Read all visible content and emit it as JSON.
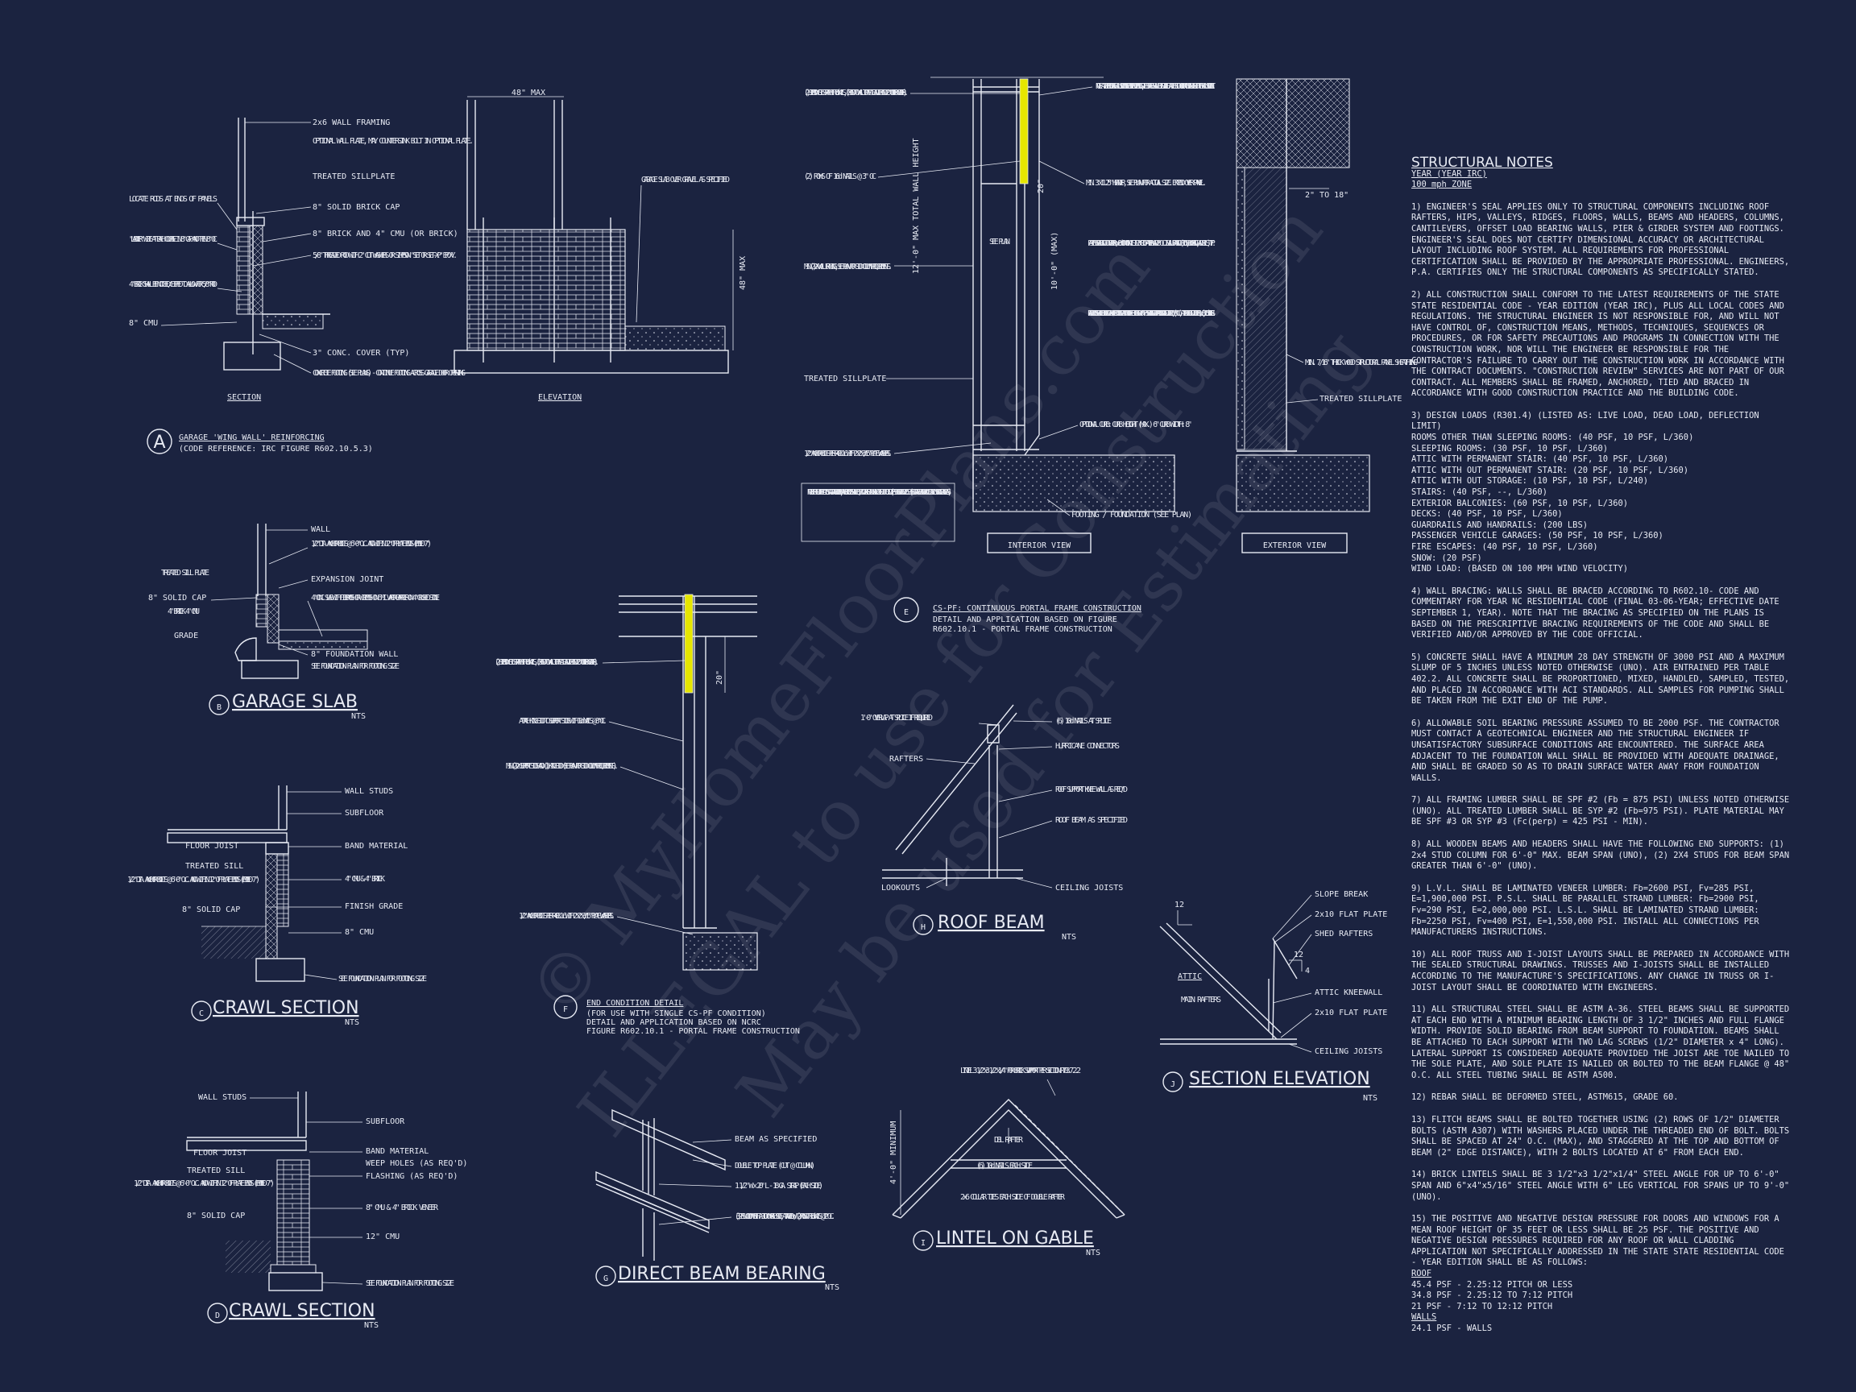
{
  "details": {
    "A": {
      "letter": "A",
      "title": "GARAGE 'WING WALL' REINFORCING",
      "subtitle": "(CODE REFERENCE: IRC FIGURE R602.10.5.3)",
      "section_label": "SECTION",
      "elevation_label": "ELEVATION",
      "dim_top": "48\" MAX",
      "dim_side": "48\" MAX",
      "labels": [
        "2x6 WALL FRAMING",
        "OPTIONAL WALL PLATE, MAY COUNTERSINK BOLT IN OPTIONAL PLATE.",
        "TREATED SILLPLATE",
        "8\" SOLID BRICK CAP",
        "8\" BRICK AND 4\" CMU (OR BRICK)",
        "5/8\" THREADED ROD WITH 2\" CUT WASHERS OR SIMPSON \"SET OR SET-XP\" EPOXY.",
        "3\" CONC. COVER (TYP)",
        "CONCRETE FOOTING (SEE PLANS) - CONTINUE FOOTING ACROSS GARAGE DOOR OPENING",
        "LOCATE RODS AT ENDS OF PANELS",
        "\"LADDER\" WIRE AT EACH COURSE IN 8\" CAP AND THEN 8\" OC",
        "4\" BRICK SHALL BE NOTCHED/CHIPPED TO ALLOW FOR 5/8\" ROD",
        "8\" CMU",
        "GARAGE SLAB OVER GRAVEL AS SPECIFIED"
      ]
    },
    "B": {
      "letter": "B",
      "title": "GARAGE SLAB",
      "nts": "NTS",
      "labels": [
        "WALL",
        "1/2\" DIA. ANCHOR BOLTS @ 6'-0\" O.C. AND WITHIN 12\" OF PLATE ENDS (EMBED 7\")",
        "EXPANSION JOINT",
        "4\" CONC. SLAB WITH FIBERMESH OR WIREMESH ON 6 MIL VAPOR BARRIER ON 4\" CRUSHED STONE",
        "8\" FOUNDATION WALL",
        "SEE FOUNDATION PLAN FOR FOOTING SIZE",
        "TREATED SILL PLATE",
        "8\" SOLID CAP",
        "4\" BRICK 4\" CMU",
        "GRADE"
      ]
    },
    "C": {
      "letter": "C",
      "title": "CRAWL SECTION",
      "nts": "NTS",
      "labels": [
        "WALL STUDS",
        "SUBFLOOR",
        "FLOOR JOIST",
        "BAND MATERIAL",
        "TREATED SILL",
        "1/2\" DIA. ANCHOR BOLTS @ 6'-0\" O.C. AND WITHIN 12\" OF PLATE ENDS (EMBED 7\")",
        "4\" CMU & 4\" BRICK",
        "8\" SOLID CAP",
        "FINISH GRADE",
        "8\" CMU",
        "SEE FOUNDATION PLAN FOR FOOTING SIZE"
      ]
    },
    "D": {
      "letter": "D",
      "title": "CRAWL SECTION",
      "nts": "NTS",
      "labels": [
        "WALL STUDS",
        "SUBFLOOR",
        "FLOOR JOIST",
        "BAND MATERIAL",
        "TREATED SILL",
        "WEEP HOLES (AS REQ'D)",
        "FLASHING (AS REQ'D)",
        "1/2\" DIA. ANCHOR BOLTS @ 6'-0\" O.C. AND WITHIN 12\" OF PLATE ENDS (EMBED 7\")",
        "8\" CMU & 4\" BRICK VENEER",
        "8\" SOLID CAP",
        "12\" CMU",
        "SEE FOUNDATION PLAN FOR FOOTING SIZE"
      ]
    },
    "E": {
      "letter": "E",
      "title": "CS-PF: CONTINUOUS PORTAL FRAME CONSTRUCTION",
      "subtitle1": "DETAIL AND APPLICATION BASED ON  FIGURE",
      "subtitle2": "R602.10.1 - PORTAL FRAME CONSTRUCTION",
      "interior_label": "INTERIOR VIEW",
      "exterior_label": "EXTERIOR VIEW",
      "see_plan": "SEE PLAN",
      "dim_total": "12'-0\" MAX TOTAL WALL HEIGHT",
      "dim_10": "10'-0\" (MAX)",
      "dim_20": "20\"",
      "dim_2to18": "2\" TO 18\"",
      "labels": [
        "(2) SIMPSON CS16 STRAP WITH 8d NAILS, (EXTEND TO WALL TOP PLATE AND EXTEND 20\" UNDER HEADER).",
        "(2) ROWS OF 16d NAILS @ 3\" OC",
        "MIN (2)2X WALL FRAMING, SEE PLAN FOR STUD COLUMN REQUIREMENTS.",
        "TREATED SILLPLATE",
        "1/2\" ANCHOR BOLTS PER R403.1.6 WITH 2\"x2\"x3/16\" PLATE WASHERS.",
        "NOTE: FOR CMU APPLICATIONS AT GARAGE DOORS, ANCHOR BOLTS SHALL BE 5/8\" DIAMETER AND SHALL EXTEND TO FOOTING (PER. FIGURE R602.10.5.3 (SEE GARAGE \"WING WALL\" DETAIL ON STRUCTURAL PLANS)",
        "NOTE: AT INTERMEDIATE WALL SEGMENTS BETWEEN OPENINGS, THE STRAPS SHALL BE INSTALLED AT THE STUD COLUMN ON EACH END OF THE WALL SEGMENT.",
        "MIN. 3\"x11.25\" HEADER, SEE PLAN FOR ACTUAL SIZE. EXTEND OVER PANEL.",
        "FASTEN SHEATHING TO HEADER W/ 8d COMMON NAILS IN 3\" GRID PATTERN AND 3\" O.C. IN ALL FRAMING (STUDS, BLOCKING, AND SILLS) TYP.",
        "PANEL EDGES SHALL BE BLOCKED AND OCCUR WITHIN 24\" OF MID-HEIGHT. ONE ROW OF TYP. SHEATHING-TO-FRAMING NAILING IS REQ'D (3\" O.C.). ATTACH BLOCKING TOGETHER W/ (3) 16d SINKERS.",
        "OPTIONAL CURB: CURB HEIGHT (MAX.) 6\" CURB WIDTH: 8\"",
        "FOOTING / FOUNDATION (SEE PLAN)",
        "MIN. 7/16\" THICK WOOD STRUCTURAL PANEL SHEATHING",
        "TREATED SILLPLATE"
      ]
    },
    "F": {
      "letter": "F",
      "title": "END CONDITION DETAIL",
      "subtitle1": "(FOR USE WITH SINGLE CS-PF CONDITION)",
      "subtitle2": "DETAIL AND APPLICATION BASED ON NCRC",
      "subtitle3": "FIGURE R602.10.1 - PORTAL FRAME CONSTRUCTION",
      "dim_20": "20\"",
      "labels": [
        "(2) SIMPSON CS16 STRAP WITH 8d NAILS, (EXTEND TO WALL TOP PLATE AND EXTEND 20\" UNDER HEADER).",
        "ATTACH KING STUD TO SUPPORT STUDS WITH 10d NAILS @ 8\" OC.",
        "MIN (2)2X SUPPORT STUDS AND (1) KING STUD (SEE PLAN FOR STUD COLUMN REQUIREMENTS).",
        "1/2\" ANCHOR BOLTS PER R403.1.6 WITH 2\"x2\"x3/16\" PLATE WASHERS."
      ]
    },
    "G": {
      "letter": "G",
      "title": "DIRECT BEAM BEARING",
      "nts": "NTS",
      "labels": [
        "BEAM AS SPECIFIED",
        "DOUBLE TOP PLATE (CUT @ COLUMN)",
        "1 1/2\" W x 20\" L - 18 GA. STRAP (EACH SIDE)",
        "(3)2 PSL COLUMN WITH A STUD ON EACH SIDE, ATTACHED W/ (2) ROWS OF 16d NAILS @ 12\" O.C."
      ]
    },
    "H": {
      "letter": "H",
      "title": "ROOF BEAM",
      "nts": "NTS",
      "labels": [
        "1'-0\" OVERLAP AT SPLICE IF REQUIRED",
        "RAFTERS",
        "(6) 10d NAILS AT SPLICE",
        "HURRICANE CONNECTORS",
        "ROOF SUPPORT KNEE WALL AS REQ'D",
        "ROOF BEAM AS SPECIFIED",
        "LOOKOUTS",
        "CEILING JOISTS"
      ]
    },
    "I": {
      "letter": "I",
      "title": "LINTEL ON GABLE",
      "nts": "NTS",
      "dim": "4'-0\" MINIMUM",
      "labels": [
        "LINTEL 3 1/2\"x3 1/2\"x1/4\" FOR BRICK SUPPORT PER SECTION R703.7.2.2",
        "DBL RAFTER",
        "(6) 10d NAILS EACH SIDE",
        "2x6 COLLAR TIES EACH SIDE OF DOUBLE RAFTER"
      ]
    },
    "J": {
      "letter": "J",
      "title": "SECTION ELEVATION",
      "nts": "NTS",
      "pitch_a": "12",
      "pitch_b": "12",
      "pitch_c": "4",
      "labels": [
        "SLOPE BREAK",
        "2x10 FLAT PLATE",
        "SHED RAFTERS",
        "ATTIC",
        "ATTIC KNEEWALL",
        "MAIN RAFTERS",
        "2x10 FLAT PLATE",
        "CEILING JOISTS"
      ]
    }
  },
  "notes": {
    "heading": "STRUCTURAL NOTES",
    "sub1": "YEAR (YEAR IRC)",
    "sub2": "100 mph ZONE",
    "paragraphs": [
      "1) ENGINEER'S SEAL APPLIES ONLY TO STRUCTURAL COMPONENTS INCLUDING ROOF RAFTERS, HIPS, VALLEYS, RIDGES, FLOORS, WALLS, BEAMS AND HEADERS, COLUMNS, CANTILEVERS, OFFSET LOAD BEARING WALLS, PIER & GIRDER SYSTEM AND FOOTINGS. ENGINEER'S SEAL DOES NOT CERTIFY DIMENSIONAL ACCURACY OR ARCHITECTURAL LAYOUT INCLUDING ROOF SYSTEM. ALL REQUIREMENTS FOR PROFESSIONAL CERTIFICATION SHALL BE PROVIDED BY THE APPROPRIATE PROFESSIONAL. ENGINEERS, P.A. CERTIFIES ONLY THE STRUCTURAL COMPONENTS AS SPECIFICALLY STATED.",
      "2) ALL CONSTRUCTION SHALL CONFORM TO THE LATEST REQUIREMENTS OF THE STATE STATE RESIDENTIAL CODE - YEAR EDITION (YEAR IRC), PLUS ALL LOCAL CODES AND REGULATIONS. THE STRUCTURAL ENGINEER IS NOT RESPONSIBLE FOR, AND WILL NOT HAVE CONTROL OF, CONSTRUCTION MEANS, METHODS, TECHNIQUES, SEQUENCES OR PROCEDURES, OR FOR SAFETY PRECAUTIONS AND PROGRAMS IN CONNECTION WITH THE CONSTRUCTION WORK, NOR WILL THE ENGINEER BE RESPONSIBLE FOR THE CONTRACTOR'S FAILURE TO CARRY OUT THE CONSTRUCTION WORK IN ACCORDANCE WITH THE CONTRACT DOCUMENTS. \"CONSTRUCTION REVIEW\" SERVICES ARE NOT PART OF OUR CONTRACT. ALL MEMBERS SHALL BE FRAMED, ANCHORED, TIED AND BRACED IN ACCORDANCE WITH GOOD CONSTRUCTION PRACTICE AND THE BUILDING CODE."
    ],
    "loads_intro": "3) DESIGN LOADS (R301.4) (LISTED AS: LIVE LOAD, DEAD LOAD, DEFLECTION LIMIT)",
    "loads": [
      "ROOMS OTHER THAN SLEEPING ROOMS: (40 PSF, 10 PSF, L/360)",
      "SLEEPING ROOMS: (30 PSF, 10 PSF, L/360)",
      "ATTIC WITH PERMANENT STAIR: (40 PSF, 10 PSF, L/360)",
      "ATTIC WITH OUT PERMANENT STAIR: (20 PSF, 10 PSF, L/360)",
      "ATTIC WITH OUT STORAGE: (10 PSF, 10 PSF, L/240)",
      "STAIRS: (40 PSF, --, L/360)",
      "EXTERIOR BALCONIES: (60 PSF, 10 PSF, L/360)",
      "DECKS: (40 PSF, 10 PSF, L/360)",
      "GUARDRAILS AND HANDRAILS: (200 LBS)",
      "PASSENGER VEHICLE GARAGES: (50 PSF, 10 PSF, L/360)",
      "FIRE ESCAPES: (40 PSF, 10 PSF, L/360)",
      "SNOW: (20 PSF)",
      "WIND LOAD: (BASED ON 100 MPH WIND VELOCITY)"
    ],
    "paragraphs2": [
      "4) WALL BRACING: WALLS SHALL BE BRACED ACCORDING TO R602.10- CODE AND COMMENTARY FOR YEAR NC RESIDENTIAL CODE (FINAL 03-06-YEAR; EFFECTIVE DATE SEPTEMBER 1, YEAR). NOTE THAT THE BRACING AS SPECIFIED ON THE PLANS IS BASED ON THE PRESCRIPTIVE BRACING REQUIREMENTS OF THE CODE AND SHALL BE VERIFIED AND/OR APPROVED BY THE CODE OFFICIAL.",
      "5) CONCRETE SHALL HAVE A MINIMUM 28 DAY STRENGTH OF 3000 PSI AND A MAXIMUM SLUMP OF 5 INCHES UNLESS NOTED OTHERWISE (UNO). AIR ENTRAINED PER TABLE 402.2. ALL CONCRETE SHALL BE PROPORTIONED, MIXED, HANDLED, SAMPLED, TESTED, AND PLACED IN ACCORDANCE WITH ACI STANDARDS. ALL SAMPLES FOR PUMPING SHALL BE TAKEN FROM THE EXIT END OF THE PUMP.",
      "6) ALLOWABLE SOIL BEARING PRESSURE ASSUMED TO BE 2000 PSF. THE CONTRACTOR MUST CONTACT A GEOTECHNICAL ENGINEER AND THE STRUCTURAL ENGINEER IF UNSATISFACTORY SUBSURFACE CONDITIONS ARE ENCOUNTERED. THE SURFACE AREA ADJACENT TO THE FOUNDATION WALL SHALL BE PROVIDED WITH ADEQUATE DRAINAGE, AND SHALL BE GRADED SO AS TO DRAIN SURFACE WATER AWAY FROM FOUNDATION WALLS.",
      "7) ALL FRAMING LUMBER SHALL BE SPF #2 (Fb = 875 PSI) UNLESS NOTED OTHERWISE (UNO). ALL TREATED LUMBER SHALL BE SYP #2 (Fb=975 PSI). PLATE MATERIAL MAY BE SPF #3 OR SYP #3 (Fc(perp) = 425 PSI - MIN).",
      "8) ALL WOODEN BEAMS AND HEADERS SHALL HAVE THE FOLLOWING END SUPPORTS: (1) 2x4 STUD COLUMN FOR 6'-0\" MAX. BEAM SPAN (UNO), (2) 2X4 STUDS FOR BEAM SPAN GREATER THAN 6'-0\" (UNO).",
      "9) L.V.L. SHALL BE LAMINATED VENEER LUMBER: Fb=2600 PSI, Fv=285 PSI, E=1,900,000 PSI. P.S.L. SHALL BE PARALLEL STRAND LUMBER: Fb=2900 PSI, Fv=290 PSI, E=2,000,000 PSI. L.S.L. SHALL BE LAMINATED STRAND LUMBER: Fb=2250 PSI, Fv=400 PSI, E=1,550,000 PSI. INSTALL ALL CONNECTIONS PER MANUFACTURERS INSTRUCTIONS.",
      "10) ALL ROOF TRUSS AND I-JOIST LAYOUTS SHALL BE PREPARED IN ACCORDANCE WITH THE SEALED STRUCTURAL DRAWINGS. TRUSSES AND I-JOISTS SHALL BE INSTALLED ACCORDING TO THE MANUFACTURE'S SPECIFICATIONS. ANY CHANGE IN TRUSS OR I-JOIST LAYOUT SHALL BE COORDINATED WITH ENGINEERS.",
      "11) ALL STRUCTURAL STEEL SHALL BE ASTM A-36. STEEL BEAMS SHALL BE SUPPORTED AT EACH END WITH A MINIMUM BEARING LENGTH OF 3 1/2\" INCHES AND FULL FLANGE WIDTH. PROVIDE SOLID BEARING FROM BEAM SUPPORT TO FOUNDATION. BEAMS SHALL BE ATTACHED TO EACH SUPPORT WITH TWO LAG SCREWS (1/2\" DIAMETER x 4\" LONG). LATERAL SUPPORT IS CONSIDERED ADEQUATE PROVIDED THE JOIST ARE TOE NAILED TO THE SOLE PLATE, AND SOLE PLATE IS NAILED OR BOLTED TO THE BEAM FLANGE @ 48\" O.C. ALL STEEL TUBING SHALL BE ASTM A500.",
      "12) REBAR SHALL BE DEFORMED STEEL, ASTM615, GRADE 60.",
      "13) FLITCH BEAMS SHALL BE BOLTED TOGETHER USING (2) ROWS OF 1/2\" DIAMETER BOLTS (ASTM A307) WITH WASHERS PLACED UNDER THE THREADED END OF BOLT. BOLTS SHALL BE SPACED AT 24\" O.C. (MAX), AND STAGGERED AT THE TOP AND BOTTOM OF BEAM (2\" EDGE DISTANCE), WITH 2 BOLTS LOCATED AT 6\" FROM EACH END.",
      "14) BRICK LINTELS SHALL BE 3 1/2\"x3 1/2\"x1/4\" STEEL ANGLE FOR UP TO 6'-0\" SPAN AND 6\"x4\"x5/16\" STEEL ANGLE WITH 6\" LEG VERTICAL FOR SPANS UP TO 9'-0\" (UNO).",
      "15) THE POSITIVE AND NEGATIVE DESIGN PRESSURE FOR DOORS AND WINDOWS FOR A MEAN ROOF HEIGHT OF 35 FEET OR LESS SHALL BE 25 PSF. THE POSITIVE AND NEGATIVE DESIGN PRESSURES REQUIRED FOR ANY ROOF OR WALL CLADDING APPLICATION NOT SPECIFICALLY ADDRESSED IN THE STATE STATE RESIDENTIAL CODE - YEAR EDITION SHALL BE AS FOLLOWS:"
    ],
    "roof_head": "ROOF",
    "roof": [
      "45.4 PSF - 2.25:12 PITCH OR LESS",
      "34.8 PSF - 2.25:12 TO 7:12 PITCH",
      "21 PSF - 7:12 TO 12:12 PITCH"
    ],
    "walls_head": "WALLS",
    "walls": [
      "24.1 PSF - WALLS"
    ]
  },
  "watermark": {
    "line1": "© MyHomeFloorPlans.com",
    "line2": "ILLEGAL to use for Construction",
    "line3": "May be used for Estimating"
  },
  "colors": {
    "background": "#1b2340",
    "linework": "#e8ebf4",
    "highlight": "#e6e600"
  }
}
